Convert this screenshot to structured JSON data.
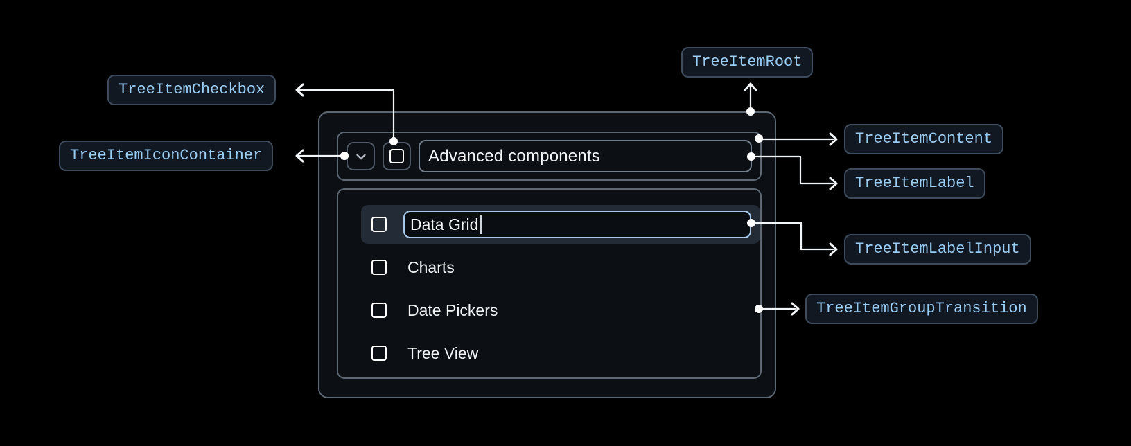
{
  "diagram": {
    "annotations": {
      "root": "TreeItemRoot",
      "content": "TreeItemContent",
      "icon_container": "TreeItemIconContainer",
      "checkbox": "TreeItemCheckbox",
      "label": "TreeItemLabel",
      "label_input": "TreeItemLabelInput",
      "group_transition": "TreeItemGroupTransition"
    }
  },
  "tree_item": {
    "parent": {
      "label": "Advanced components",
      "expanded": true,
      "checkbox_checked": false
    },
    "editing_item": {
      "input_value": "Data Grid",
      "checkbox_checked": false,
      "editing": true
    },
    "children": [
      {
        "label": "Charts",
        "checkbox_checked": false
      },
      {
        "label": "Date Pickers",
        "checkbox_checked": false
      },
      {
        "label": "Tree View",
        "checkbox_checked": false
      }
    ]
  },
  "icons": {
    "expand": "chevron-down",
    "checkbox_unchecked": "square-outline",
    "connector_dot": "filled-circle",
    "connector_arrow": "chevron-arrowhead"
  },
  "colors": {
    "canvas_bg": "#000000",
    "surface_bg": "#0c0f14",
    "container_border": "#5d6773",
    "chip_bg": "#111822",
    "chip_border": "#3d4b5c",
    "chip_text": "#99ccf3",
    "tree_text": "#f2f4f6",
    "row_highlight_bg": "#232b36",
    "input_border": "#a5c9ed",
    "connector": "#f3f6f9"
  }
}
